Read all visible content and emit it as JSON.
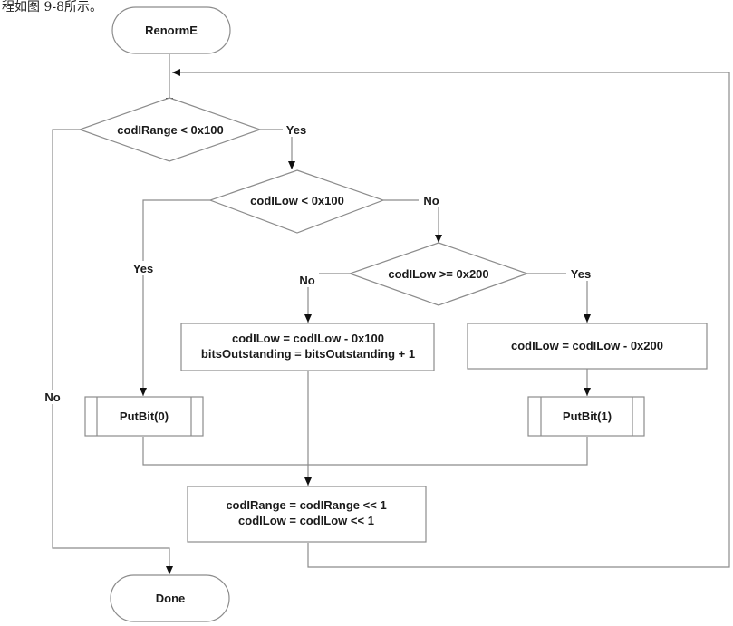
{
  "caption": "程如图 9-8所示。",
  "nodes": {
    "start": "RenormE",
    "cond_range": "codIRange < 0x100",
    "cond_low_lt": "codILow < 0x100",
    "cond_low_ge": "codILow >= 0x200",
    "proc_sub100_line1": "codILow = codILow - 0x100",
    "proc_sub100_line2": "bitsOutstanding = bitsOutstanding + 1",
    "proc_sub200": "codILow = codILow - 0x200",
    "putbit0": "PutBit(0)",
    "putbit1": "PutBit(1)",
    "shift_line1": "codIRange = codIRange << 1",
    "shift_line2": "codILow = codILow << 1",
    "end": "Done"
  },
  "edge_labels": {
    "range_yes": "Yes",
    "range_no": "No",
    "low_lt_yes": "Yes",
    "low_lt_no": "No",
    "low_ge_no": "No",
    "low_ge_yes": "Yes"
  }
}
